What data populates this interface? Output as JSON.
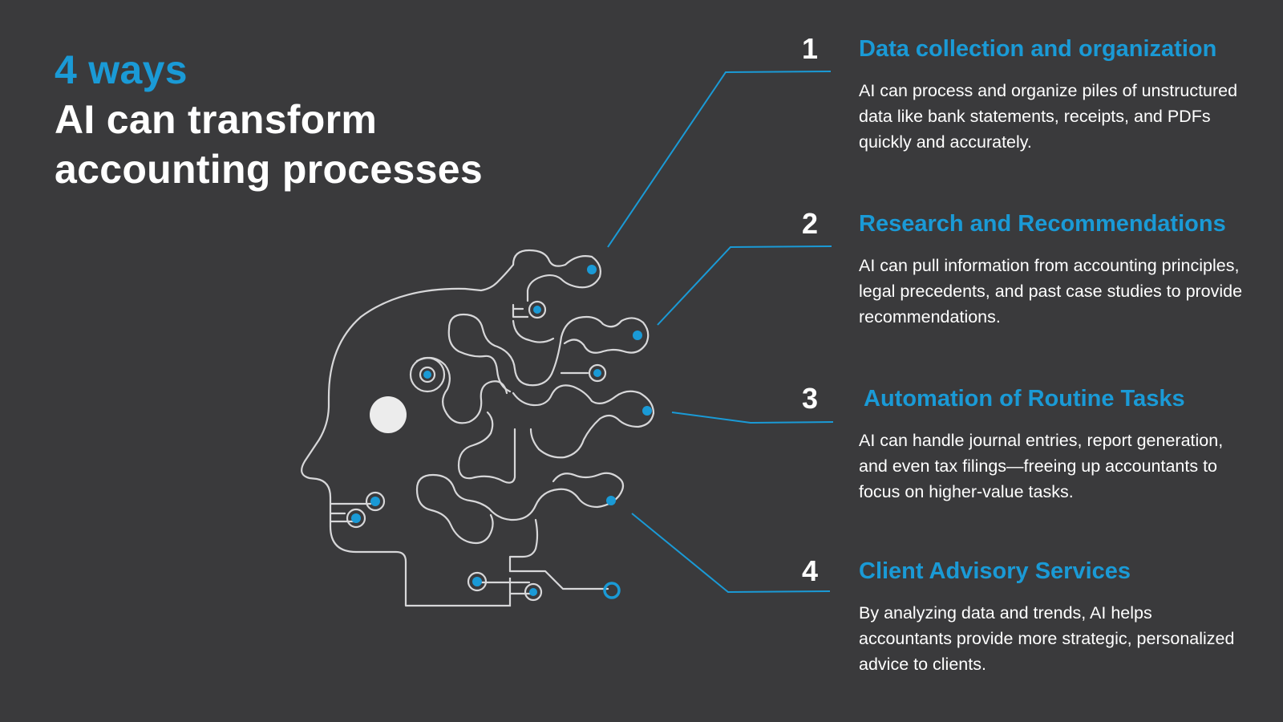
{
  "headline": {
    "accent": "4 ways",
    "line1": "AI can transform",
    "line2": "accounting processes"
  },
  "steps": [
    {
      "number": "1",
      "title": "Data collection and organization",
      "body": "AI can process and organize piles of unstructured data like bank statements, receipts, and PDFs quickly and accurately."
    },
    {
      "number": "2",
      "title": "Research and Recommendations",
      "body": "AI can pull information from accounting principles, legal precedents, and past case studies to provide recommendations."
    },
    {
      "number": "3",
      "title": "Automation of Routine Tasks",
      "body": "AI can handle journal entries, report generation, and even tax filings—freeing up accountants to focus on higher-value tasks."
    },
    {
      "number": "4",
      "title": "Client Advisory Services",
      "body": "By analyzing data and trends, AI helps accountants provide more strategic, personalized advice to clients."
    }
  ],
  "colors": {
    "background": "#3a3a3c",
    "accent": "#1a9ad6",
    "text": "#ffffff",
    "outline": "#d7d7d9"
  },
  "figure": {
    "icon": "ai-head-circuit-icon"
  }
}
